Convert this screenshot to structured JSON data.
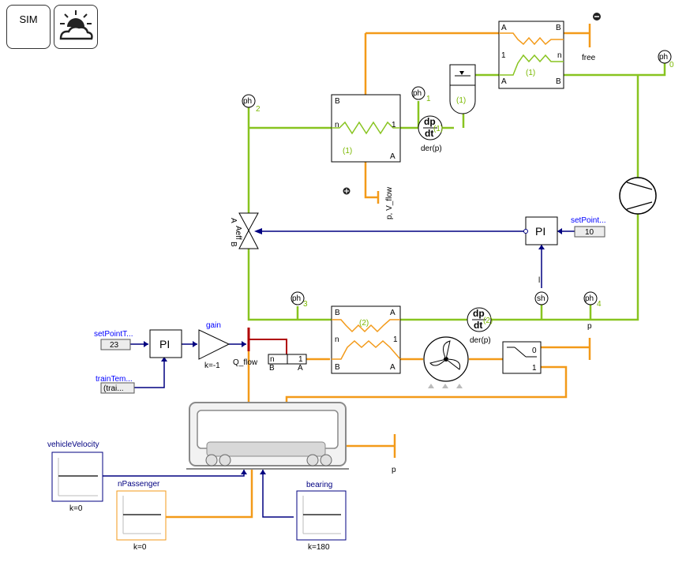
{
  "toolbar": {
    "sim_label": "SIM",
    "weather_icon": "sun-cloud-icon"
  },
  "colors": {
    "refrigerant": "#88c420",
    "air": "#f39a19",
    "signal": "#000080",
    "heat": "#b00000"
  },
  "labels": {
    "free": "free",
    "p_vflow": "p, V_flow",
    "aeff": "Aeff",
    "port_a": "A",
    "port_b": "B",
    "port_n": "n",
    "port_1": "1",
    "one_paren": "(1)",
    "two_paren": "(2)",
    "der_p": "der(p)",
    "dp": "dp",
    "dt": "dt",
    "pi": "PI",
    "ph": "ph",
    "sh": "sh",
    "p": "p",
    "l": "l",
    "gain": "gain",
    "gain_k": "k=-1",
    "q_flow": "Q_flow",
    "switch_0": "0",
    "switch_1": "1",
    "ph_idx_0": "0",
    "ph_idx_1": "1",
    "ph_idx_2": "2",
    "ph_idx_3": "3",
    "ph_idx_4": "4"
  },
  "setpoints": {
    "setpoint_top_name": "setPoint...",
    "setpoint_top_value": "10",
    "setpoint_t_name": "setPointT...",
    "setpoint_t_value": "23",
    "train_temp_name": "trainTem...",
    "train_temp_value": "(trai..."
  },
  "sources": {
    "vehicle_velocity": "vehicleVelocity",
    "vehicle_velocity_k": "k=0",
    "n_passenger": "nPassenger",
    "n_passenger_k": "k=0",
    "bearing": "bearing",
    "bearing_k": "k=180"
  }
}
